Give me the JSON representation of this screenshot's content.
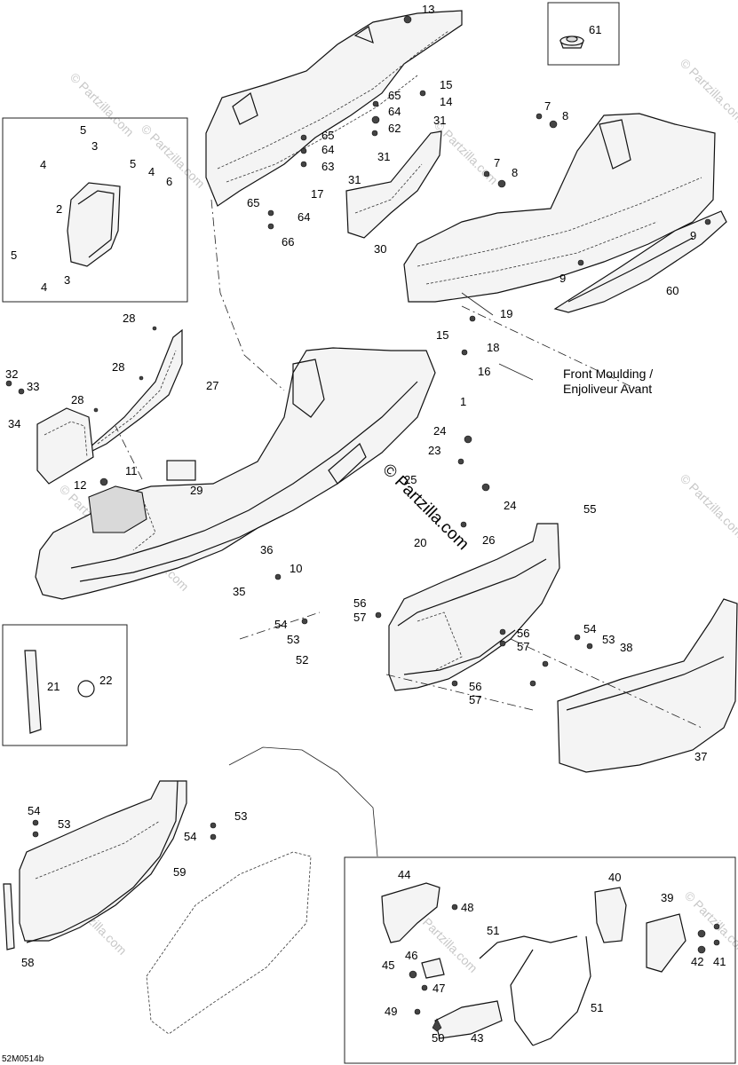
{
  "annotation": {
    "line1": "Front Moulding /",
    "line2": "Enjoliveur Avant"
  },
  "watermark": {
    "small": "© Partzilla.com",
    "center": "© Partzilla.com"
  },
  "diagram_code": "52M0514b",
  "callouts": {
    "c13": "13",
    "c61": "61",
    "c15a": "15",
    "c14": "14",
    "c65a": "65",
    "c64a": "64",
    "c62": "62",
    "c31a": "31",
    "c7a": "7",
    "c8a": "8",
    "c65b": "65",
    "c64b": "64",
    "c63": "63",
    "c31b": "31",
    "c7b": "7",
    "c8b": "8",
    "c31c": "31",
    "c17": "17",
    "c65c": "65",
    "c64c": "64",
    "c66": "66",
    "c30": "30",
    "c9a": "9",
    "c9b": "9",
    "c60": "60",
    "c19": "19",
    "c15b": "15",
    "c18": "18",
    "c16": "16",
    "c5a": "5",
    "c3a": "3",
    "c4a": "4",
    "c5b": "5",
    "c4b": "4",
    "c6": "6",
    "c2": "2",
    "c5c": "5",
    "c4c": "4",
    "c3b": "3",
    "c28a": "28",
    "c28b": "28",
    "c28c": "28",
    "c27": "27",
    "c32": "32",
    "c33": "33",
    "c34": "34",
    "c1": "1",
    "c24a": "24",
    "c23": "23",
    "c11": "11",
    "c12": "12",
    "c29": "29",
    "c25": "25",
    "c24b": "24",
    "c55": "55",
    "c20": "20",
    "c26": "26",
    "c36": "36",
    "c10": "10",
    "c35": "35",
    "c56a": "56",
    "c57a": "57",
    "c54a": "54",
    "c53a": "53",
    "c52": "52",
    "c56b": "56",
    "c57b": "57",
    "c54b": "54",
    "c53b": "53",
    "c38": "38",
    "c56c": "56",
    "c57c": "57",
    "c21": "21",
    "c22": "22",
    "c37": "37",
    "c54c": "54",
    "c53c": "53",
    "c53d": "53",
    "c54d": "54",
    "c59": "59",
    "c58": "58",
    "c44": "44",
    "c48": "48",
    "c51a": "51",
    "c40": "40",
    "c39": "39",
    "c45": "45",
    "c46": "46",
    "c47": "47",
    "c42": "42",
    "c41": "41",
    "c51b": "51",
    "c49": "49",
    "c50": "50",
    "c43": "43"
  }
}
